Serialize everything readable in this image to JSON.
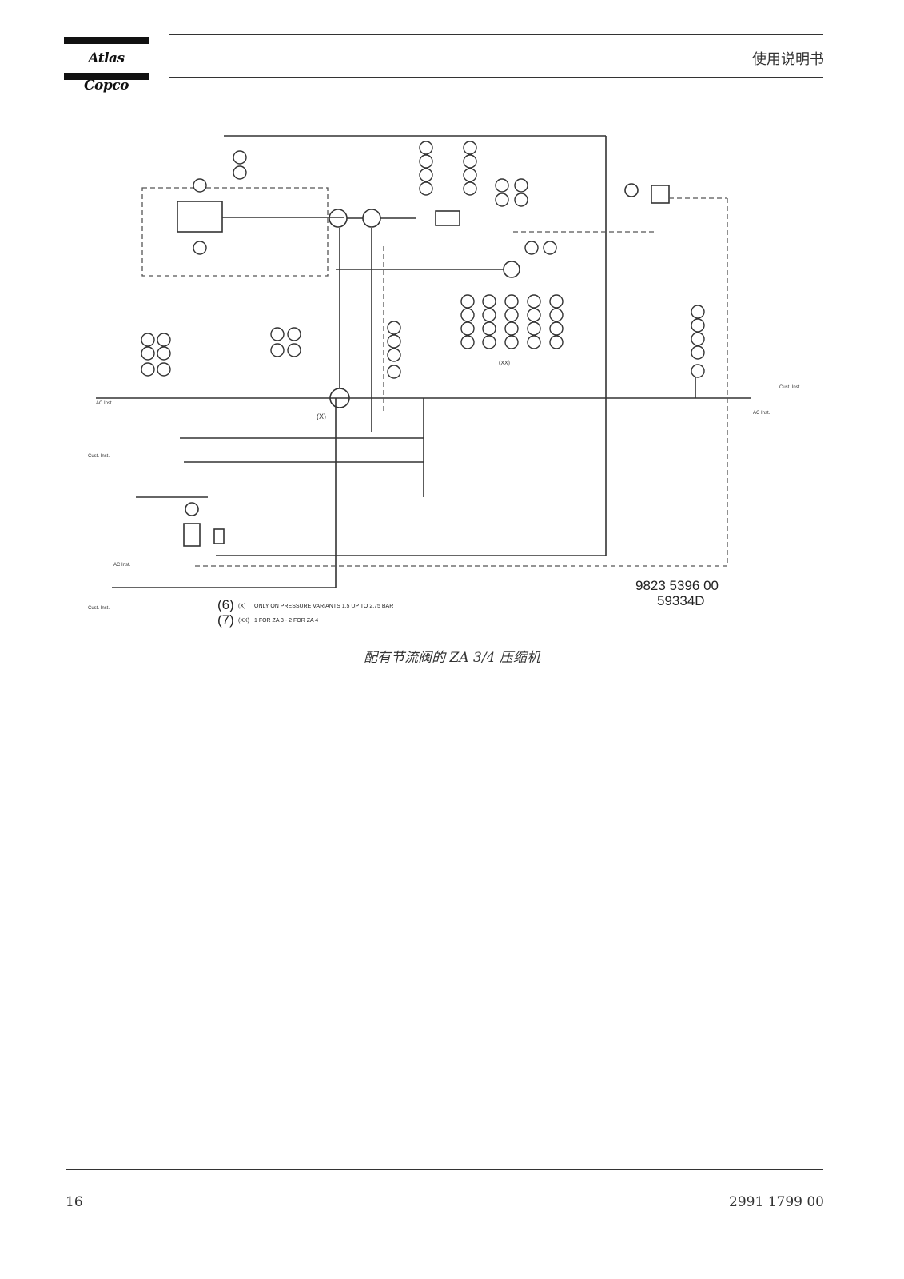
{
  "header": {
    "brand": "Atlas Copco",
    "title": "使用说明书"
  },
  "diagram": {
    "drawing_number": "9823 5396 00",
    "drawing_code": "59334D",
    "notes": [
      {
        "marker": "(6)",
        "code": "(X)",
        "text": "ONLY ON PRESSURE VARIANTS 1.5 UP TO 2.75 BAR"
      },
      {
        "marker": "(7)",
        "code": "(XX)",
        "text": "1 FOR ZA 3 - 2 FOR ZA 4"
      }
    ],
    "labels": {
      "ac_inst": "AC Inst.",
      "cust_inst": "Cust. Inst.",
      "x_mark": "(X)",
      "xx_mark": "(XX)"
    }
  },
  "caption": "配有节流阀的 ZA 3/4 压缩机",
  "footer": {
    "page_number": "16",
    "doc_number": "2991 1799 00"
  }
}
